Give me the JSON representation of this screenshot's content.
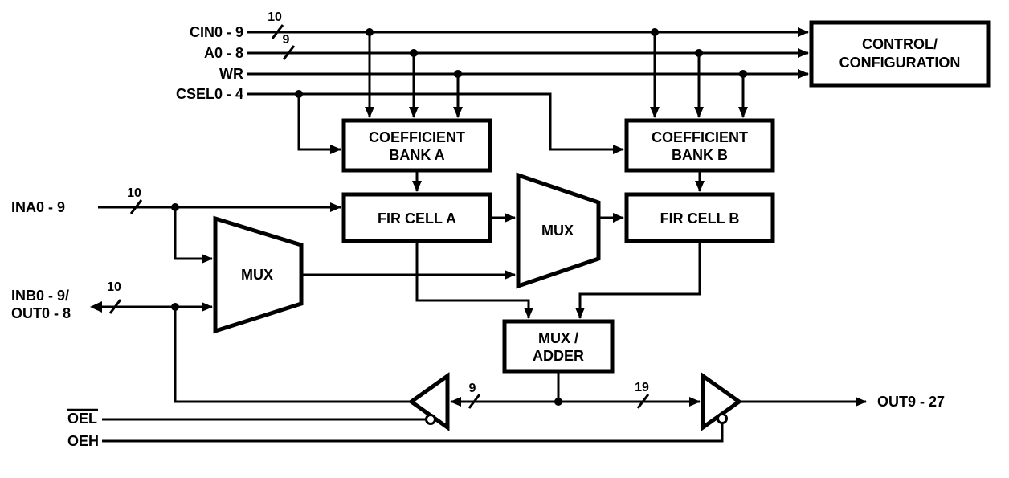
{
  "diagram": {
    "background": "#ffffff",
    "ink": "#000000",
    "description": "Dual FIR filter datapath block diagram"
  },
  "ports": {
    "cin": {
      "label": "CIN0 - 9",
      "bus_width": "10"
    },
    "addr": {
      "label": "A0 - 8",
      "bus_width": "9"
    },
    "wr": {
      "label": "WR"
    },
    "csel": {
      "label": "CSEL0 - 4"
    },
    "ina": {
      "label": "INA0 - 9",
      "bus_width": "10"
    },
    "inb": {
      "label_line1": "INB0 - 9/",
      "label_line2": "OUT0 - 8",
      "bus_width": "10"
    },
    "oel": {
      "label": "OEL"
    },
    "oeh": {
      "label": "OEH"
    },
    "out_high": {
      "label": "OUT9 - 27"
    }
  },
  "buses": {
    "low_output_width": "9",
    "high_output_width": "19"
  },
  "blocks": {
    "control": {
      "label_line1": "CONTROL/",
      "label_line2": "CONFIGURATION"
    },
    "coeff_bank_a": {
      "label_line1": "COEFFICIENT",
      "label_line2": "BANK A"
    },
    "coeff_bank_b": {
      "label_line1": "COEFFICIENT",
      "label_line2": "BANK B"
    },
    "fir_cell_a": {
      "label": "FIR CELL A"
    },
    "fir_cell_b": {
      "label": "FIR CELL B"
    },
    "mux_input": {
      "label": "MUX"
    },
    "mux_mid": {
      "label": "MUX"
    },
    "mux_adder": {
      "label_line1": "MUX /",
      "label_line2": "ADDER"
    }
  }
}
